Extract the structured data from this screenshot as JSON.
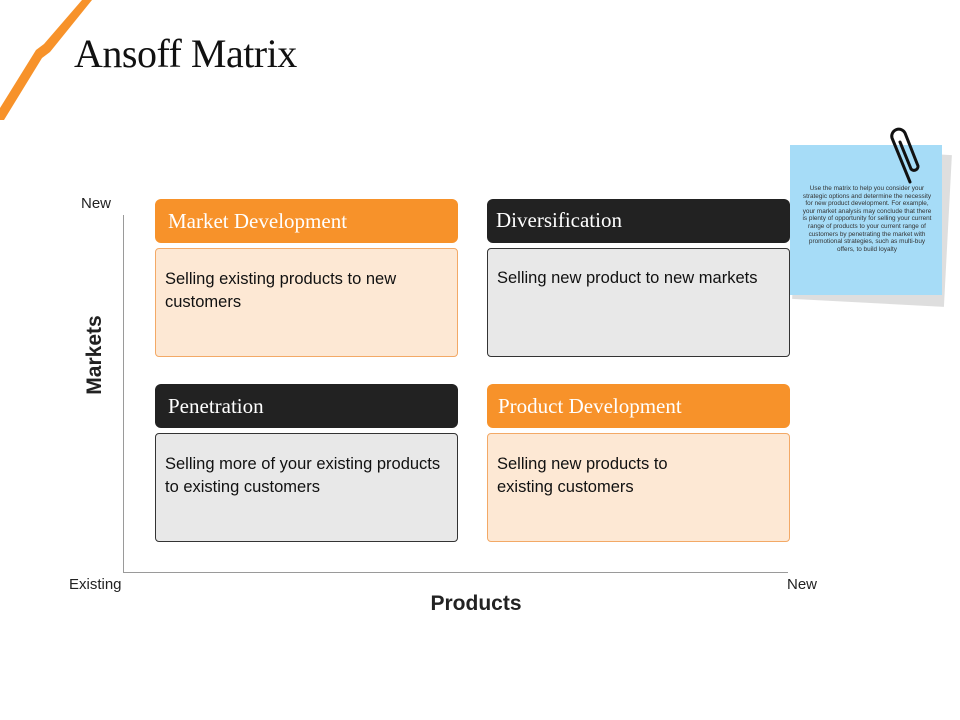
{
  "title": "Ansoff Matrix",
  "axes": {
    "y_label": "Markets",
    "x_label": "Products",
    "y_top": "New",
    "x_origin": "Existing",
    "x_right": "New"
  },
  "quadrants": {
    "market_development": {
      "title": "Market Development",
      "text": "Selling existing products to new customers"
    },
    "diversification": {
      "title": "Diversification",
      "text": "Selling new product to new markets"
    },
    "penetration": {
      "title": "Penetration",
      "text": "Selling more of your existing products to existing customers"
    },
    "product_development": {
      "title": "Product Development",
      "text": "Selling new products to existing customers"
    }
  },
  "note": {
    "text": "Use the matrix to help you consider your strategic options and determine the necessity for new product development. For example, your market analysis may conclude that there is plenty of opportunity for selling your current range of products to your current range of customers by penetrating the market with promotional strategies, such as multi-buy offers, to build loyalty"
  },
  "colors": {
    "accent": "#f7922a",
    "dark": "#222222",
    "peach": "#fde8d4",
    "gray": "#e8e8e8",
    "note": "#a6dcf7"
  },
  "icons": {
    "corner": "lightning-bolt-icon",
    "note": "paperclip-icon"
  }
}
